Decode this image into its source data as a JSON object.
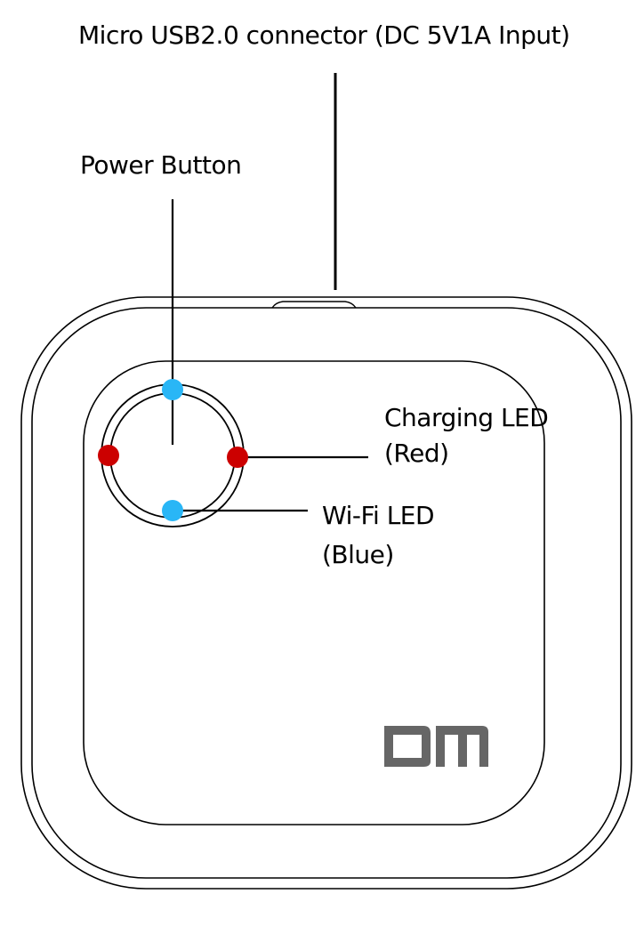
{
  "labels": {
    "usb_connector": "Micro USB2.0 connector (DC 5V1A Input)",
    "power_button": "Power Button",
    "charging_led": "Charging LED",
    "charging_led_color": "(Red)",
    "wifi_led": "Wi-Fi LED",
    "wifi_led_color": "(Blue)"
  },
  "logo": {
    "text": "DM",
    "color": "#666666"
  },
  "colors": {
    "outline": "#000000",
    "charging_led": "#cc0000",
    "wifi_led": "#29b6f6"
  }
}
